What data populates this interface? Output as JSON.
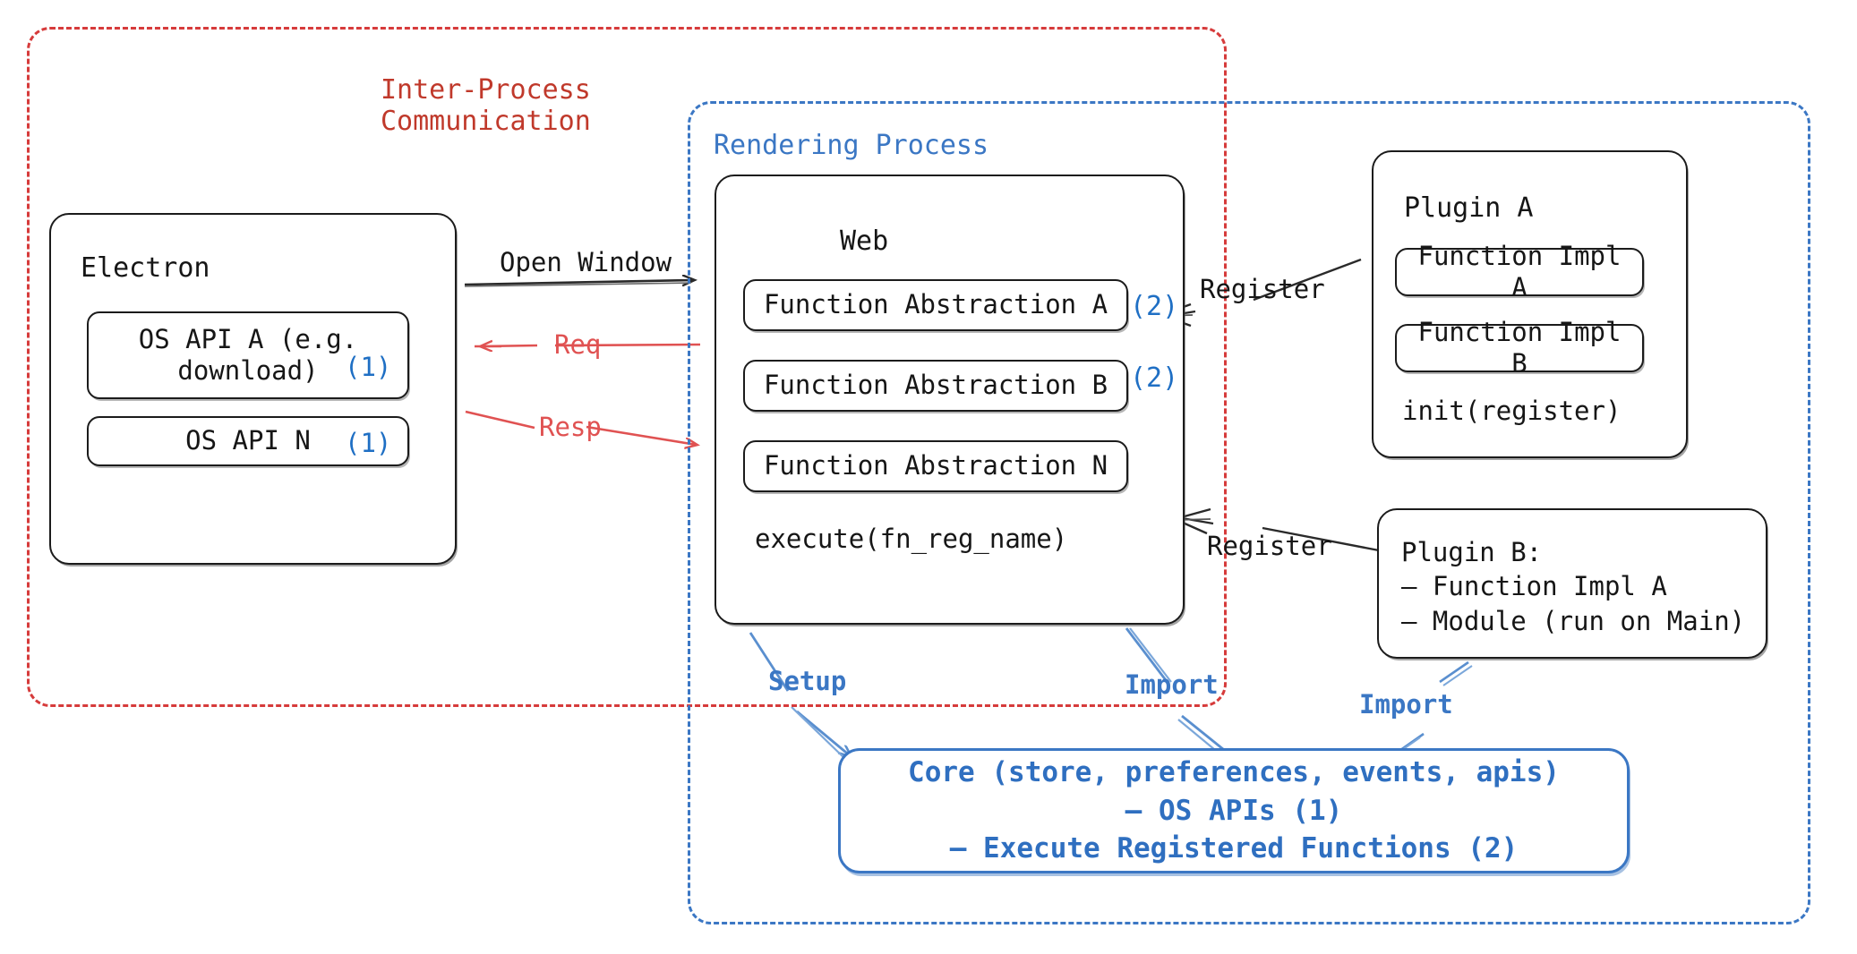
{
  "diagram": {
    "groups": {
      "ipc": {
        "label": "Inter-Process\nCommunication",
        "color": "#c0392b"
      },
      "rendering": {
        "label": "Rendering Process",
        "color": "#3b77c4"
      }
    },
    "electron": {
      "title": "Electron",
      "apis": [
        {
          "text": "OS API A (e.g.\ndownload)",
          "marker": "(1)"
        },
        {
          "text": "OS API N",
          "marker": "(1)"
        }
      ]
    },
    "web": {
      "title": "Web",
      "abstractions": [
        {
          "text": "Function Abstraction A",
          "marker": "(2)"
        },
        {
          "text": "Function Abstraction B",
          "marker": "(2)"
        },
        {
          "text": "Function Abstraction N",
          "marker": ""
        }
      ],
      "note": "execute(fn_reg_name)"
    },
    "plugin_a": {
      "title": "Plugin A",
      "items": [
        "Function Impl A",
        "Function Impl B"
      ],
      "note": "init(register)"
    },
    "plugin_b": {
      "text": "Plugin B:\n– Function Impl A\n– Module (run on Main)"
    },
    "core": {
      "lines": [
        "Core (store, preferences, events, apis)",
        "– OS APIs (1)",
        "– Execute Registered Functions (2)"
      ]
    },
    "edges": {
      "open_window": "Open Window",
      "req": "Req",
      "resp": "Resp",
      "register_a": "Register",
      "register_b": "Register",
      "setup": "Setup",
      "import_web": "Import",
      "import_plugin": "Import"
    }
  }
}
